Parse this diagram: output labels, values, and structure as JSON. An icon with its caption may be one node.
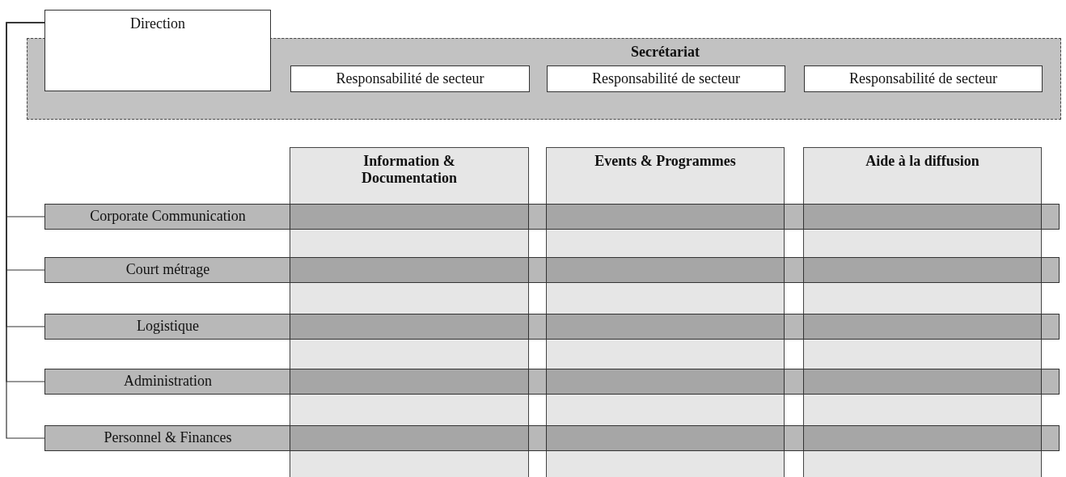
{
  "diagram": {
    "nodes": [
      {
        "text": [
          "Direction"
        ]
      },
      {
        "text": [
          "Secrétariat"
        ]
      },
      {
        "text": [
          "Responsabilité de secteur"
        ],
        "in": 1
      },
      {
        "text": [
          "Responsabilité de secteur"
        ],
        "in": 1
      },
      {
        "text": [
          "Responsabilité de secteur"
        ],
        "in": 1
      },
      {
        "text": [
          "Information & Documentation"
        ]
      },
      {
        "text": [
          "Events & Programmes"
        ]
      },
      {
        "text": [
          "Aide à la diffusion"
        ]
      },
      {
        "text": [
          "Corporate Communication"
        ]
      },
      {
        "text": [
          "Court métrage"
        ]
      },
      {
        "text": [
          "Logistique"
        ]
      },
      {
        "text": [
          "Administration"
        ]
      },
      {
        "text": [
          "Personnel & Finances"
        ]
      }
    ],
    "edges": [
      {
        "from": 0,
        "to": 8,
        "arrow": "none"
      },
      {
        "from": 0,
        "to": 9,
        "arrow": "none"
      },
      {
        "from": 0,
        "to": 10,
        "arrow": "none"
      },
      {
        "from": 0,
        "to": 11,
        "arrow": "none"
      },
      {
        "from": 0,
        "to": 12,
        "arrow": "none"
      }
    ]
  }
}
